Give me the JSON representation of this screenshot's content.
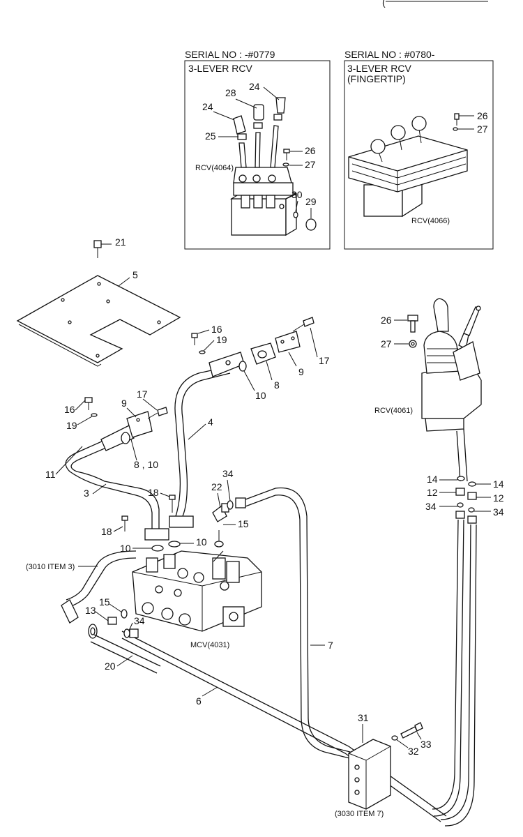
{
  "header": {
    "partial_text": "("
  },
  "inset_left": {
    "serial": "SERIAL NO : -#0779",
    "title": "3-LEVER RCV",
    "rcv_label": "RCV(4064)",
    "callouts": [
      "24",
      "28",
      "24",
      "25",
      "26",
      "27",
      "30",
      "29"
    ]
  },
  "inset_right": {
    "serial": "SERIAL NO : #0780-",
    "title_line1": "3-LEVER RCV",
    "title_line2": "(FINGERTIP)",
    "rcv_label": "RCV(4066)",
    "callouts": [
      "26",
      "27"
    ]
  },
  "main": {
    "rcv_label": "RCV(4061)",
    "mcv_label": "MCV(4031)",
    "ref_3010": "(3010 ITEM 3)",
    "ref_3030": "(3030 ITEM 7)",
    "callouts": {
      "c21": "21",
      "c5": "5",
      "c16a": "16",
      "c19a": "19",
      "c17a": "17",
      "c9a": "9",
      "c10a": "10",
      "c8a": "8",
      "c4": "4",
      "c16b": "16",
      "c17b": "17",
      "c9b": "9",
      "c19b": "19",
      "c8_10": "8 , 10",
      "c11": "11",
      "c3": "3",
      "c18a": "18",
      "c18b": "18",
      "c10b": "10",
      "c10c": "10",
      "c34a": "34",
      "c22": "22",
      "c15a": "15",
      "c15b": "15",
      "c34b": "34",
      "c13": "13",
      "c20": "20",
      "c7": "7",
      "c6": "6",
      "c31": "31",
      "c32": "32",
      "c33": "33",
      "c26": "26",
      "c27": "27",
      "c14a": "14",
      "c14b": "14",
      "c12a": "12",
      "c12b": "12",
      "c34c": "34",
      "c34d": "34"
    }
  }
}
